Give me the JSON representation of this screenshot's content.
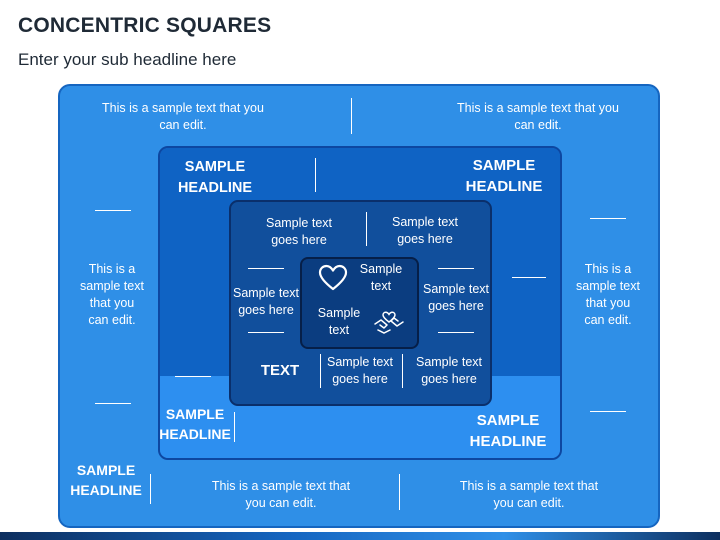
{
  "header": {
    "title": "CONCENTRIC SQUARES",
    "subtitle": "Enter your sub headline here"
  },
  "outer": {
    "top_left_text": "This is a sample text that you can edit.",
    "top_right_text": "This is a sample text that you can edit.",
    "left_text": "This is a sample text that you can edit.",
    "right_text": "This is a sample text that you can edit.",
    "bottom_left_headline": "SAMPLE HEADLINE",
    "bottom_mid_text": "This is a sample text that you can edit.",
    "bottom_right_text": "This is a sample text that you can edit."
  },
  "second": {
    "top_left_headline": "SAMPLE HEADLINE",
    "top_right_headline": "SAMPLE HEADLINE",
    "bottom_left_headline": "SAMPLE HEADLINE",
    "bottom_right_headline": "SAMPLE HEADLINE"
  },
  "third": {
    "top_left_text": "Sample text goes here",
    "top_right_text": "Sample text goes here",
    "left_text": "Sample text goes here",
    "right_text": "Sample text goes here",
    "bottom_label": "TEXT",
    "bottom_mid_text": "Sample text goes here",
    "bottom_right_text": "Sample text goes here"
  },
  "core": {
    "top_text": "Sample text",
    "bottom_text": "Sample text"
  },
  "icons": {
    "heart": "heart-icon",
    "hands": "hands-heart-icon"
  }
}
